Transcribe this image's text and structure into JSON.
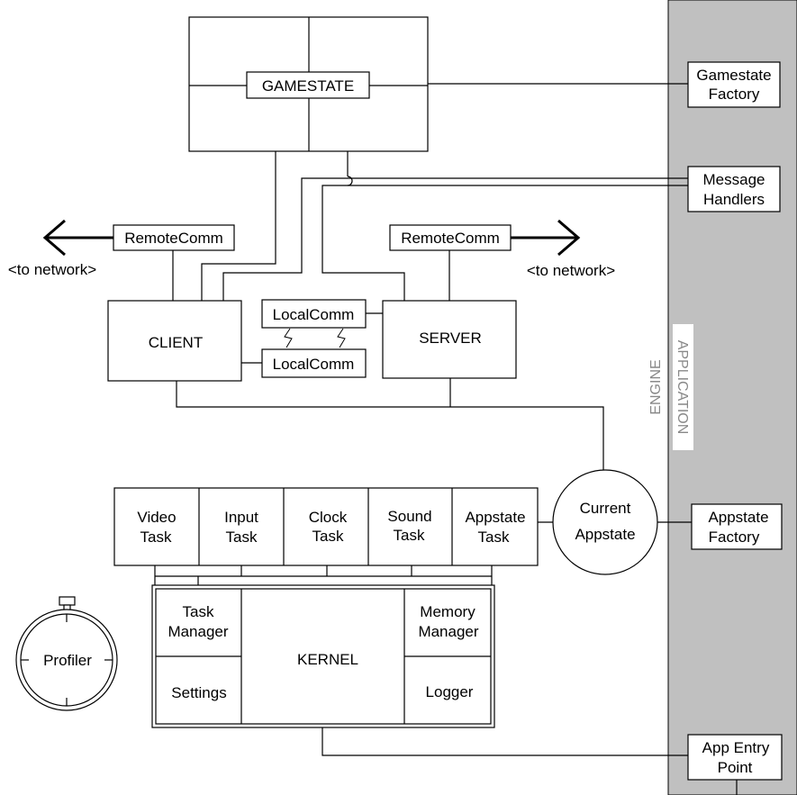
{
  "gamestate": {
    "label": "GAMESTATE",
    "factory": [
      "Gamestate",
      "Factory"
    ]
  },
  "message_handlers": [
    "Message",
    "Handlers"
  ],
  "remote_comm_client": "RemoteComm",
  "remote_comm_server": "RemoteComm",
  "to_network_left": "<to network>",
  "to_network_right": "<to network>",
  "client": "CLIENT",
  "server": "SERVER",
  "local_comm_top": "LocalComm",
  "local_comm_bottom": "LocalComm",
  "side_labels": {
    "engine": "ENGINE",
    "application": "APPLICATION"
  },
  "tasks": {
    "video": [
      "Video",
      "Task"
    ],
    "input": [
      "Input",
      "Task"
    ],
    "clock": [
      "Clock",
      "Task"
    ],
    "sound": [
      "Sound",
      "Task"
    ],
    "appstate": [
      "Appstate",
      "Task"
    ]
  },
  "current_appstate": [
    "Current",
    "Appstate"
  ],
  "appstate_factory": [
    "Appstate",
    "Factory"
  ],
  "kernel": {
    "label": "KERNEL",
    "task_manager": [
      "Task",
      "Manager"
    ],
    "memory_manager": [
      "Memory",
      "Manager"
    ],
    "settings": "Settings",
    "logger": "Logger"
  },
  "profiler": "Profiler",
  "app_entry_point": [
    "App Entry",
    "Point"
  ],
  "colors": {
    "application_band": "#c0c0c0",
    "side_text": "#888888",
    "lines": "#000000"
  }
}
